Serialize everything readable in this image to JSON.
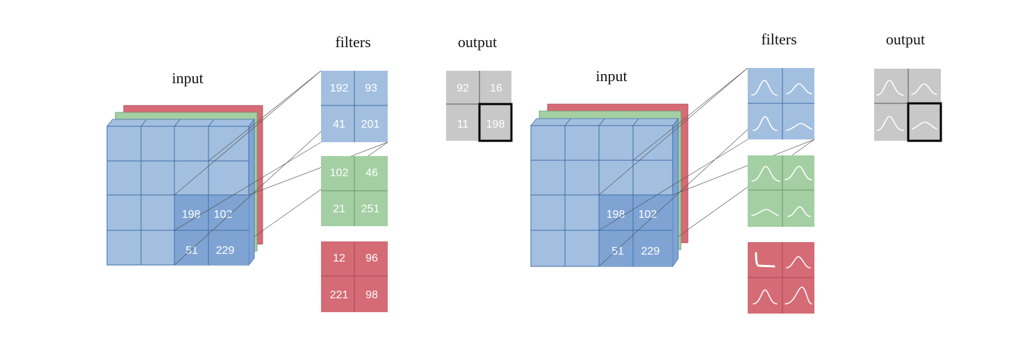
{
  "left": {
    "input_label": "input",
    "filters_label": "filters",
    "output_label": "output",
    "input_values": [
      "198",
      "102",
      "51",
      "229"
    ],
    "filters": {
      "blue": [
        "192",
        "93",
        "41",
        "201"
      ],
      "green": [
        "102",
        "46",
        "21",
        "251"
      ],
      "red": [
        "12",
        "96",
        "221",
        "98"
      ]
    },
    "output_values": [
      "92",
      "16",
      "11",
      "198"
    ]
  },
  "right": {
    "input_label": "input",
    "filters_label": "filters",
    "output_label": "output",
    "input_values": [
      "198",
      "102",
      "51",
      "229"
    ]
  },
  "colors": {
    "blue": "#a3bfe0",
    "blue_dark": "#7fa4d4",
    "blue_line": "#3c6ea8",
    "green": "#a3cfa3",
    "red": "#d56b75",
    "gray": "#c8c8c8",
    "output_highlight": "#000000"
  }
}
